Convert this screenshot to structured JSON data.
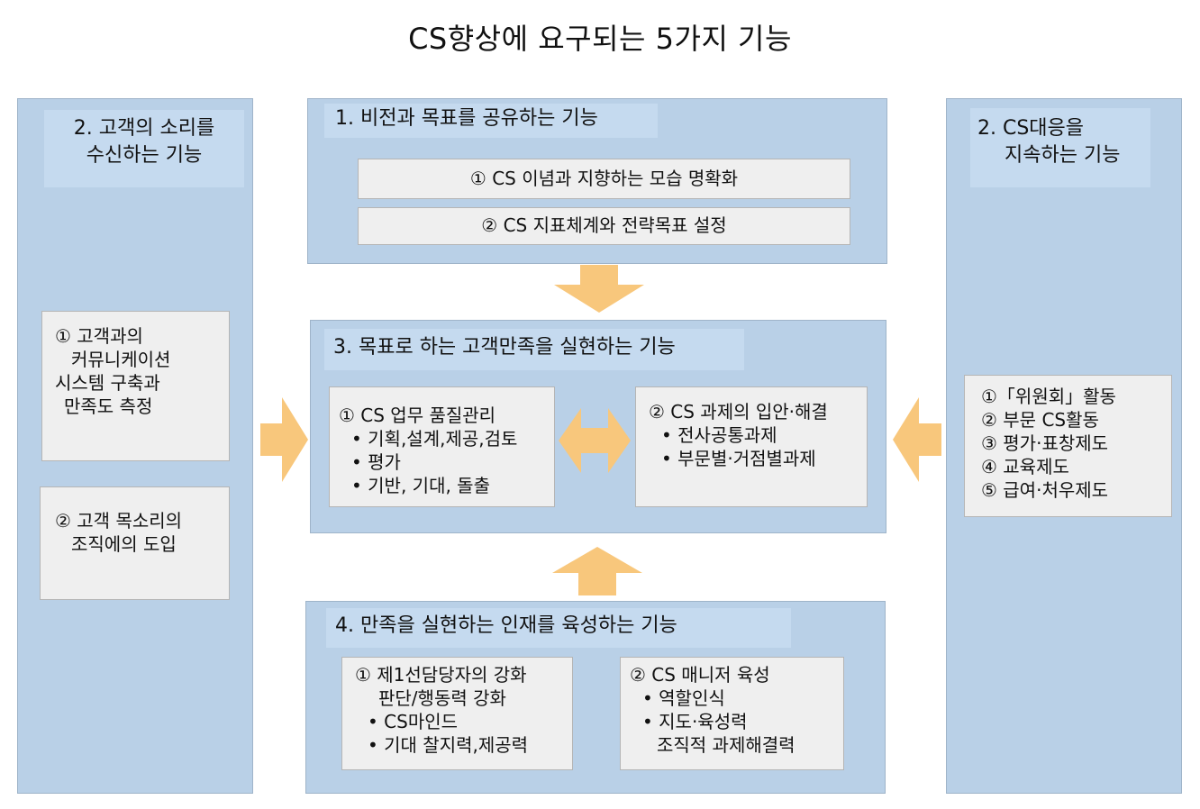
{
  "title": "CS향상에 요구되는 5가지 기능",
  "colors": {
    "panel": "#b9d0e7",
    "panel_header": "#c5daef",
    "item_box": "#efefef",
    "arrow": "#f8c77c"
  },
  "left_panel": {
    "heading": [
      "2. 고객의 소리를",
      "수신하는 기능"
    ],
    "box1": [
      "① 고객과의",
      "커뮤니케이션",
      "시스템 구축과",
      "만족도 측정"
    ],
    "box2": [
      "② 고객 목소리의",
      "조직에의 도입"
    ]
  },
  "right_panel": {
    "heading": [
      "2. CS대응을",
      "지속하는 기능"
    ],
    "box": [
      "①「위원회」활동",
      "② 부문 CS활동",
      "③ 평가·표창제도",
      "④ 교육제도",
      "⑤ 급여·처우제도"
    ]
  },
  "top_panel": {
    "heading": "1. 비전과 목표를 공유하는 기능",
    "item1": "① CS 이념과 지향하는 모습 명확화",
    "item2": "② CS 지표체계와 전략목표 설정"
  },
  "middle_panel": {
    "heading": "3. 목표로 하는 고객만족을 실현하는 기능",
    "box1": [
      "① CS 업무 품질관리",
      "• 기획,설계,제공,검토",
      "• 평가",
      "• 기반, 기대, 돌출"
    ],
    "box2": [
      "② CS 과제의 입안·해결",
      "• 전사공통과제",
      "• 부문별·거점별과제"
    ]
  },
  "bottom_panel": {
    "heading": "4. 만족을 실현하는 인재를 육성하는 기능",
    "box1": [
      "① 제1선담당자의 강화",
      "판단/행동력 강화",
      "• CS마인드",
      "• 기대 찰지력,제공력"
    ],
    "box2": [
      "② CS 매니저 육성",
      "• 역할인식",
      "• 지도·육성력",
      "조직적 과제해결력"
    ]
  }
}
